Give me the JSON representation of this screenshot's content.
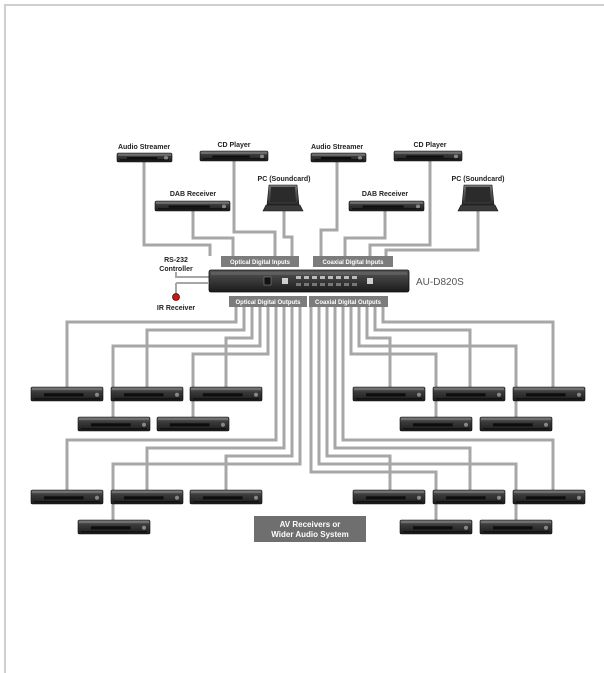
{
  "sources": {
    "audio_streamer": "Audio Streamer",
    "cd_player": "CD Player",
    "dab_receiver": "DAB Receiver",
    "pc_soundcard": "PC (Soundcard)"
  },
  "hub": {
    "model": "AU-D820S",
    "optical_inputs": "Optical Digital Inputs",
    "coaxial_inputs": "Coaxial Digital Inputs",
    "optical_outputs": "Optical Digital Outputs",
    "coaxial_outputs": "Coaxial Digital Outputs"
  },
  "control": {
    "rs232_line1": "RS-232",
    "rs232_line2": "Controller",
    "ir_receiver": "IR Receiver"
  },
  "sinks": {
    "label_line1": "AV Receivers or",
    "label_line2": "Wider Audio System"
  },
  "colors": {
    "cable": "#a7a7a7",
    "device_dark": "#2e2e2e",
    "label_box": "#6f6f6f",
    "ir_led": "#c01a1a"
  }
}
